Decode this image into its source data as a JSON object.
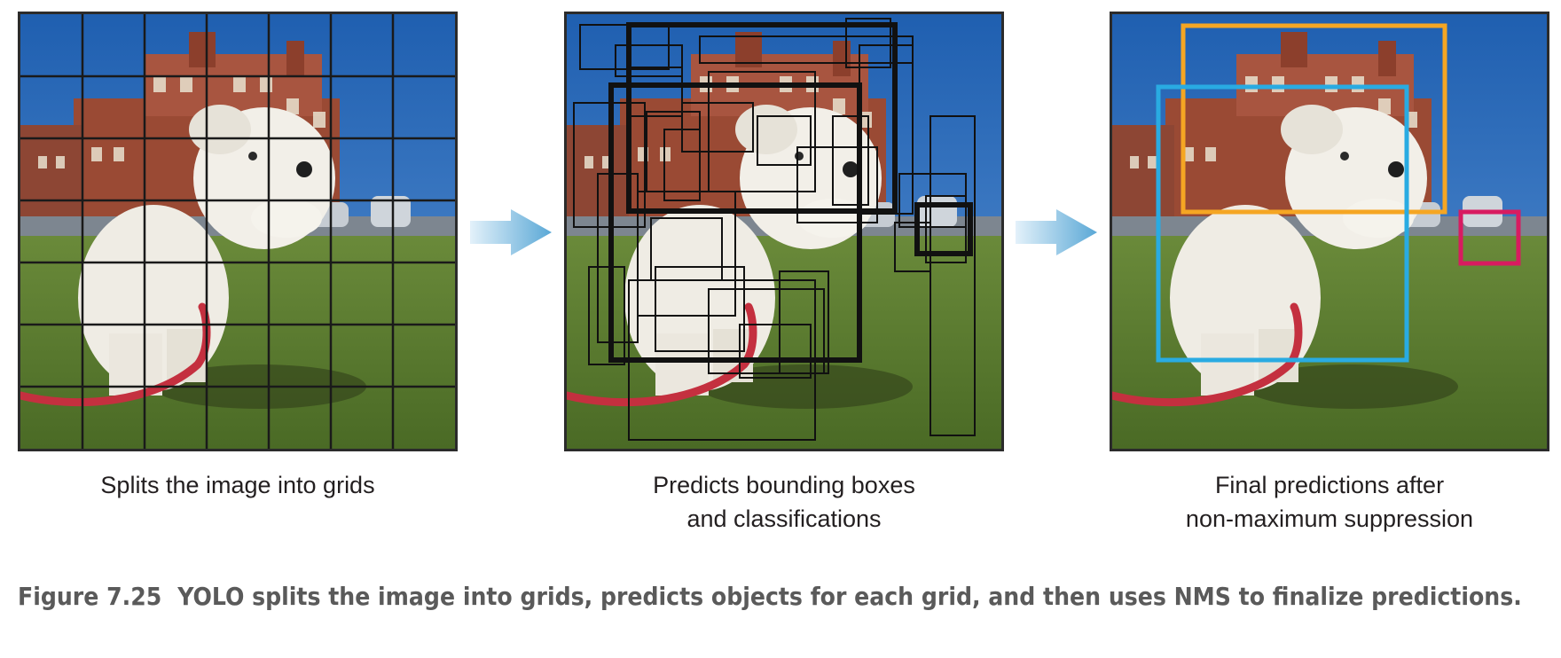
{
  "panels": [
    {
      "caption_lines": [
        "Splits the image into grids"
      ]
    },
    {
      "caption_lines": [
        "Predicts bounding boxes",
        "and classifications"
      ]
    },
    {
      "caption_lines": [
        "Final predictions after",
        "non-maximum suppression"
      ]
    }
  ],
  "figure": {
    "number": "Figure 7.25",
    "text": "YOLO splits the image into grids, predicts objects for each grid, and then uses NMS to finalize predictions."
  },
  "colors": {
    "sky": "#2f6db8",
    "grass": "#5b7a2e",
    "building": "#9a4a34",
    "dog": "#efece4",
    "leash": "#c4303f",
    "grid_lines": "#1a1a1a",
    "arrow": "#6fb2d9",
    "box_dog": "#29abe2",
    "box_building": "#f5a623",
    "box_car": "#d81b60"
  }
}
